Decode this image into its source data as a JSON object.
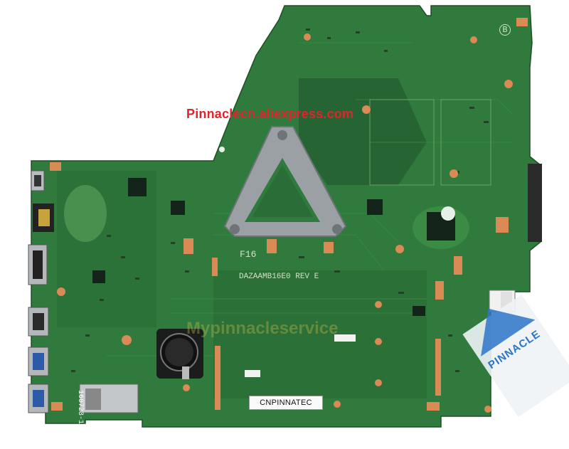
{
  "image": {
    "subject": "laptop-motherboard-top-view"
  },
  "watermarks": {
    "store": "Pinnaclecn.aliexpress.com",
    "service": "Mypinnacleservice"
  },
  "silkscreen": {
    "board_model": "DAZAAMB16E0 REV E",
    "cpu_mark": "F16",
    "card_slot_code": "160723-1",
    "corner_letter": "B"
  },
  "labels": {
    "sticker_text": "CNPINNATEC",
    "logo_text": "PINNACLE"
  },
  "colors": {
    "pcb": "#2f7a3c",
    "pcb_dark": "#1f5a2c",
    "copper_pad": "#d98a55",
    "metal": "#9aa0a3",
    "watermark_red": "#e0242b",
    "logo_blue": "#2c74c8"
  }
}
